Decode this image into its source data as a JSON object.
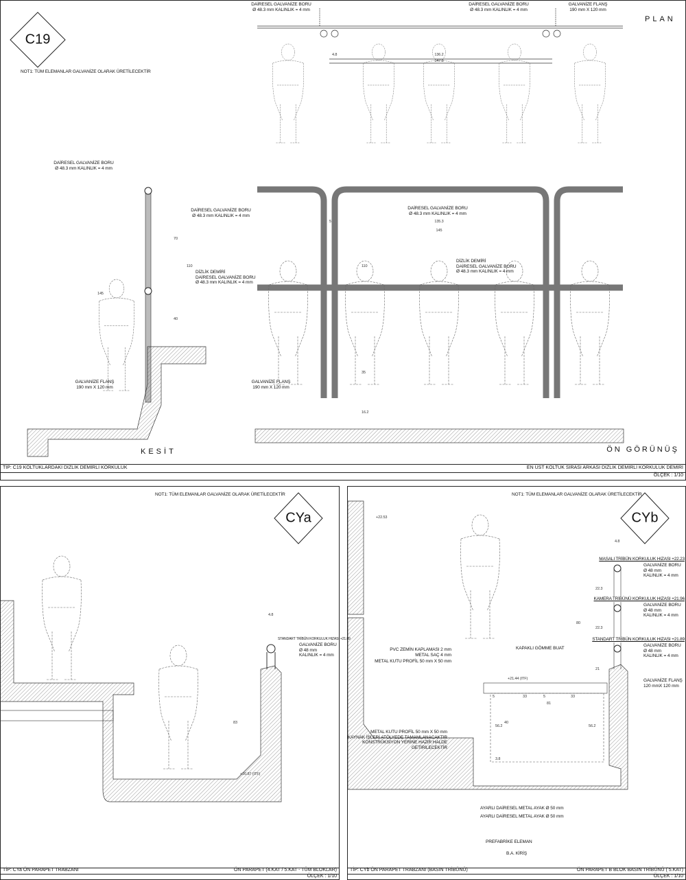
{
  "top": {
    "code": "C19",
    "note": "NOT1: TÜM ELEMANLAR GALVANİZE OLARAK ÜRETİLECEKTİR",
    "plan_title": "PLAN",
    "section_title": "KESİT",
    "front_title": "ÖN GÖRÜNÜŞ",
    "pipe_label": "DAİRESEL GALVANİZE BORU",
    "pipe_spec": "Ø 48.3 mm KALINLIK = 4 mm",
    "knee_label": "DİZLİK DEMİRİ",
    "flange_label": "GALVANİZE FLANŞ",
    "flange_spec": "190 mm X 120 mm",
    "dims": [
      "4.8",
      "136.2",
      "147.8",
      "145",
      "70",
      "110",
      "40",
      "5",
      "135.3",
      "35",
      "16.2"
    ],
    "footer_left": "TİP: C19 KOLTUKLARDAKİ DİZLİK DEMİRLİ KORKULUK",
    "footer_right": "EN ÜST KOLTUK SIRASI ARKASI DİZLİK DEMİRLİ KORKULUK DEMİRİ",
    "scale": "ÖLÇEK : 1/10"
  },
  "bottom_left": {
    "code": "CYa",
    "note": "NOT1: TÜM ELEMANLAR GALVANİZE OLARAK ÜRETİLECEKTİR",
    "level_label": "STANDART TRİBÜN KORKULUK HIZASI +21.89",
    "pipe_label": "GALVANİZE BORU",
    "pipe_dia": "Ø 48 mm",
    "pipe_thk": "KALINLIK = 4 mm",
    "floor_level": "+20.87 (ITF)",
    "dims": [
      "4.8",
      "83"
    ],
    "footer_left": "TİP: CYa ÖN PARAPET TRABZANI",
    "footer_right": "ÖN PARAPET (4.KAT / 5.KAT - TÜM BLOKLAR)",
    "scale": "ÖLÇEK : 1/10"
  },
  "bottom_right": {
    "code": "CYb",
    "note": "NOT1: TÜM ELEMANLAR GALVANİZE OLARAK ÜRETİLECEKTİR",
    "top_level": "+22.53",
    "level_1": "MASALI TRİBÜN KORKULUK HIZASI +22.23",
    "level_2": "KAMERA TRİBÜNÜ KORKULUK HIZASI +21.96",
    "level_3": "STANDART TRİBÜN KORKULUK HIZASI +21.89",
    "pipe_label": "GALVANİZE BORU",
    "pipe_dia": "Ø 48 mm",
    "pipe_thk": "KALINLIK = 4 mm",
    "pvc": "PVC ZEMİN KAPLAMASI 2 mm",
    "metal_sheet": "METAL SAÇ 4 mm",
    "box_profile": "METAL KUTU PROFİL 50 mm X 50 mm",
    "junction_box": "KAPAKLI GÖMME BUAT",
    "flange_label": "GALVANİZE FLANŞ",
    "flange_spec": "120 mmX 120 mm",
    "floor_level": "+21.44 (ITF)",
    "profile_note": [
      "METAL KUTU PROFİL 50 mm X 50 mm",
      "KAYNAK İŞLERİ ATÖLYEDE TAMAMLANACAKTIR",
      "KONSTRÜKSİYON YERİNE HAZIR HALDE",
      "GETİRİLECEKTİR"
    ],
    "foot": "AYARLI DAİRESEL METAL AYAK Ø 50 mm",
    "precast": "PREFABRİKE ELEMAN",
    "beam": "B.A. KİRİŞ",
    "dims": [
      "4.8",
      "22.3",
      "80",
      "21",
      "5",
      "33",
      "81",
      "56.2",
      "40",
      "3.8"
    ],
    "footer_left": "TİP: CYb ÖN PARAPET TRABZANI (BASIN TRİBÜNÜ)",
    "footer_right": "ÖN PARAPET B BLOK BASIN TRİBÜNÜ ( 5.KAT)",
    "scale": "ÖLÇEK : 1/10"
  }
}
